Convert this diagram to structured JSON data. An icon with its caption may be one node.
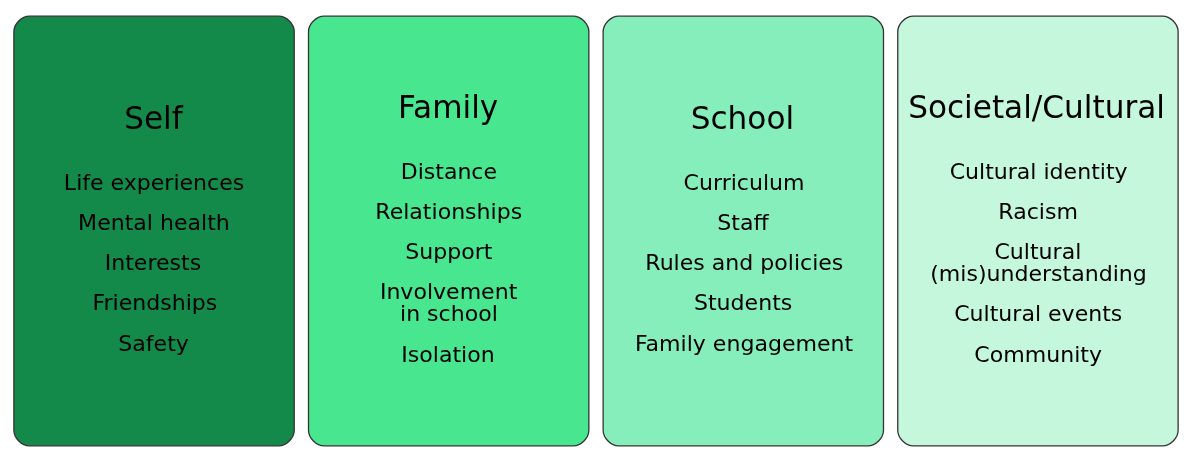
{
  "diagram": {
    "nodes": [
      {
        "text": [
          "Self",
          "Life experiences",
          "Mental health",
          "Interests",
          "Friendships",
          "Safety"
        ]
      },
      {
        "text": [
          "Family",
          "Distance",
          "Relationships",
          "Support",
          "Involvement in school",
          "Isolation"
        ]
      },
      {
        "text": [
          "School",
          "Curriculum",
          "Staff",
          "Rules and policies",
          "Students",
          "Family engagement"
        ]
      },
      {
        "text": [
          "Societal/Cultural",
          "Cultural identity",
          "Racism",
          "Cultural (mis)understanding",
          "Cultural events",
          "Community"
        ]
      }
    ]
  }
}
